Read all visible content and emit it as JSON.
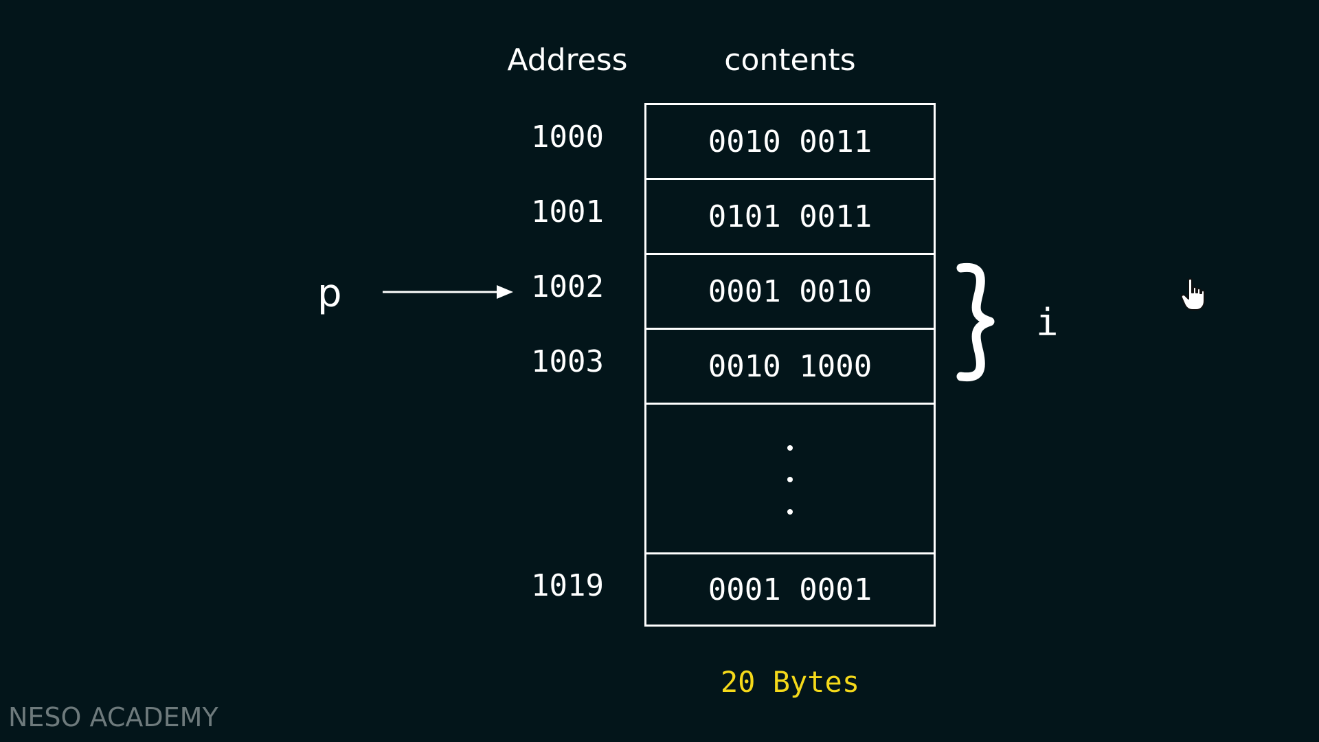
{
  "headers": {
    "address": "Address",
    "contents": "contents"
  },
  "rows": [
    {
      "address": "1000",
      "contents": "0010 0011"
    },
    {
      "address": "1001",
      "contents": "0101 0011"
    },
    {
      "address": "1002",
      "contents": "0001 0010"
    },
    {
      "address": "1003",
      "contents": "0010 1000"
    },
    {
      "address": "1019",
      "contents": "0001 0001"
    }
  ],
  "pointer": {
    "name": "p",
    "target_address": "1002"
  },
  "variable": {
    "name": "i"
  },
  "size_label": "20 Bytes",
  "watermark": "NESO ACADEMY",
  "colors": {
    "background": "#03151a",
    "foreground": "#ffffff",
    "size_label": "#f5d91a",
    "watermark": "#6e7a7c"
  },
  "icons": {
    "cursor": "hand-pointer-icon",
    "brace": "right-curly-brace-icon",
    "arrow": "right-arrow-icon"
  }
}
